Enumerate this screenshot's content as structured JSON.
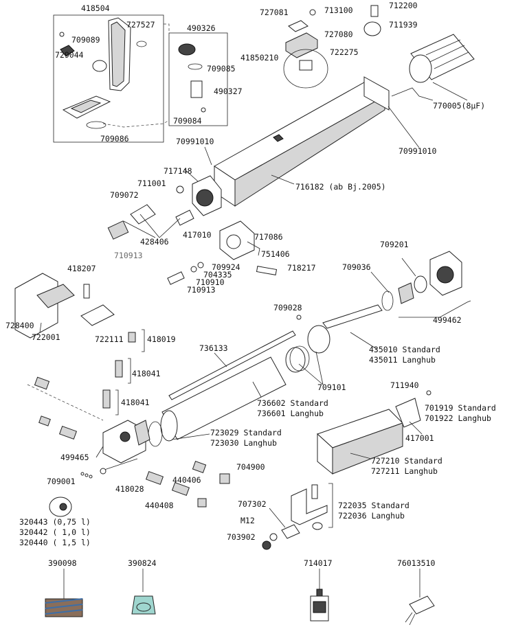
{
  "labels": {
    "p418504": "418504",
    "p727527": "727527",
    "p709089": "709089",
    "p729044": "729044",
    "p709086": "709086",
    "p490326": "490326",
    "p709085": "709085",
    "p490327": "490327",
    "p709084": "709084",
    "p727081": "727081",
    "p713100": "713100",
    "p712200": "712200",
    "p727080": "727080",
    "p711939": "711939",
    "p41850210": "41850210",
    "p722275": "722275",
    "p770005": "770005(8µF)",
    "p70991010a": "70991010",
    "p70991010b": "70991010",
    "p717148": "717148",
    "p711001": "711001",
    "p716182": "716182 (ab Bj.2005)",
    "p709072": "709072",
    "p428406": "428406",
    "p710913a": "710913",
    "p417010": "417010",
    "p717086": "717086",
    "p751406": "751406",
    "p709924": "709924",
    "p704335": "704335",
    "p710910": "710910",
    "p710913b": "710913",
    "p718217": "718217",
    "p709201": "709201",
    "p709036": "709036",
    "p499462": "499462",
    "p418207": "418207",
    "p728400": "728400",
    "p722001": "722001",
    "p722111": "722111",
    "p418019": "418019",
    "p709028": "709028",
    "p736133": "736133",
    "p435010": "435010 Standard",
    "p435011": "435011 Langhub",
    "p418041a": "418041",
    "p418041b": "418041",
    "p709101": "709101",
    "p736602": "736602 Standard",
    "p736601": "736601 Langhub",
    "p711940": "711940",
    "p701919": "701919 Standard",
    "p701922": "701922 Langhub",
    "p417001": "417001",
    "p723029": "723029 Standard",
    "p723030": "723030 Langhub",
    "p499465": "499465",
    "p727210": "727210 Standard",
    "p727211": "727211 Langhub",
    "p704900": "704900",
    "p440406": "440406",
    "p709001": "709001",
    "p418028": "418028",
    "p440408": "440408",
    "p707302": "707302",
    "p722035": "722035 Standard",
    "p722036": "722036 Langhub",
    "pM12": "M12",
    "p703902": "703902",
    "p320443": "320443 (0,75 l)",
    "p320442": "320442 ( 1,0 l)",
    "p320440": "320440 ( 1,5 l)",
    "p390098": "390098",
    "p390824": "390824",
    "p714017": "714017",
    "p76013510": "76013510"
  },
  "colors": {
    "line": "#222222",
    "label": "#111111",
    "label_grey": "#6a6a6a",
    "shade": "#d6d6d6"
  }
}
